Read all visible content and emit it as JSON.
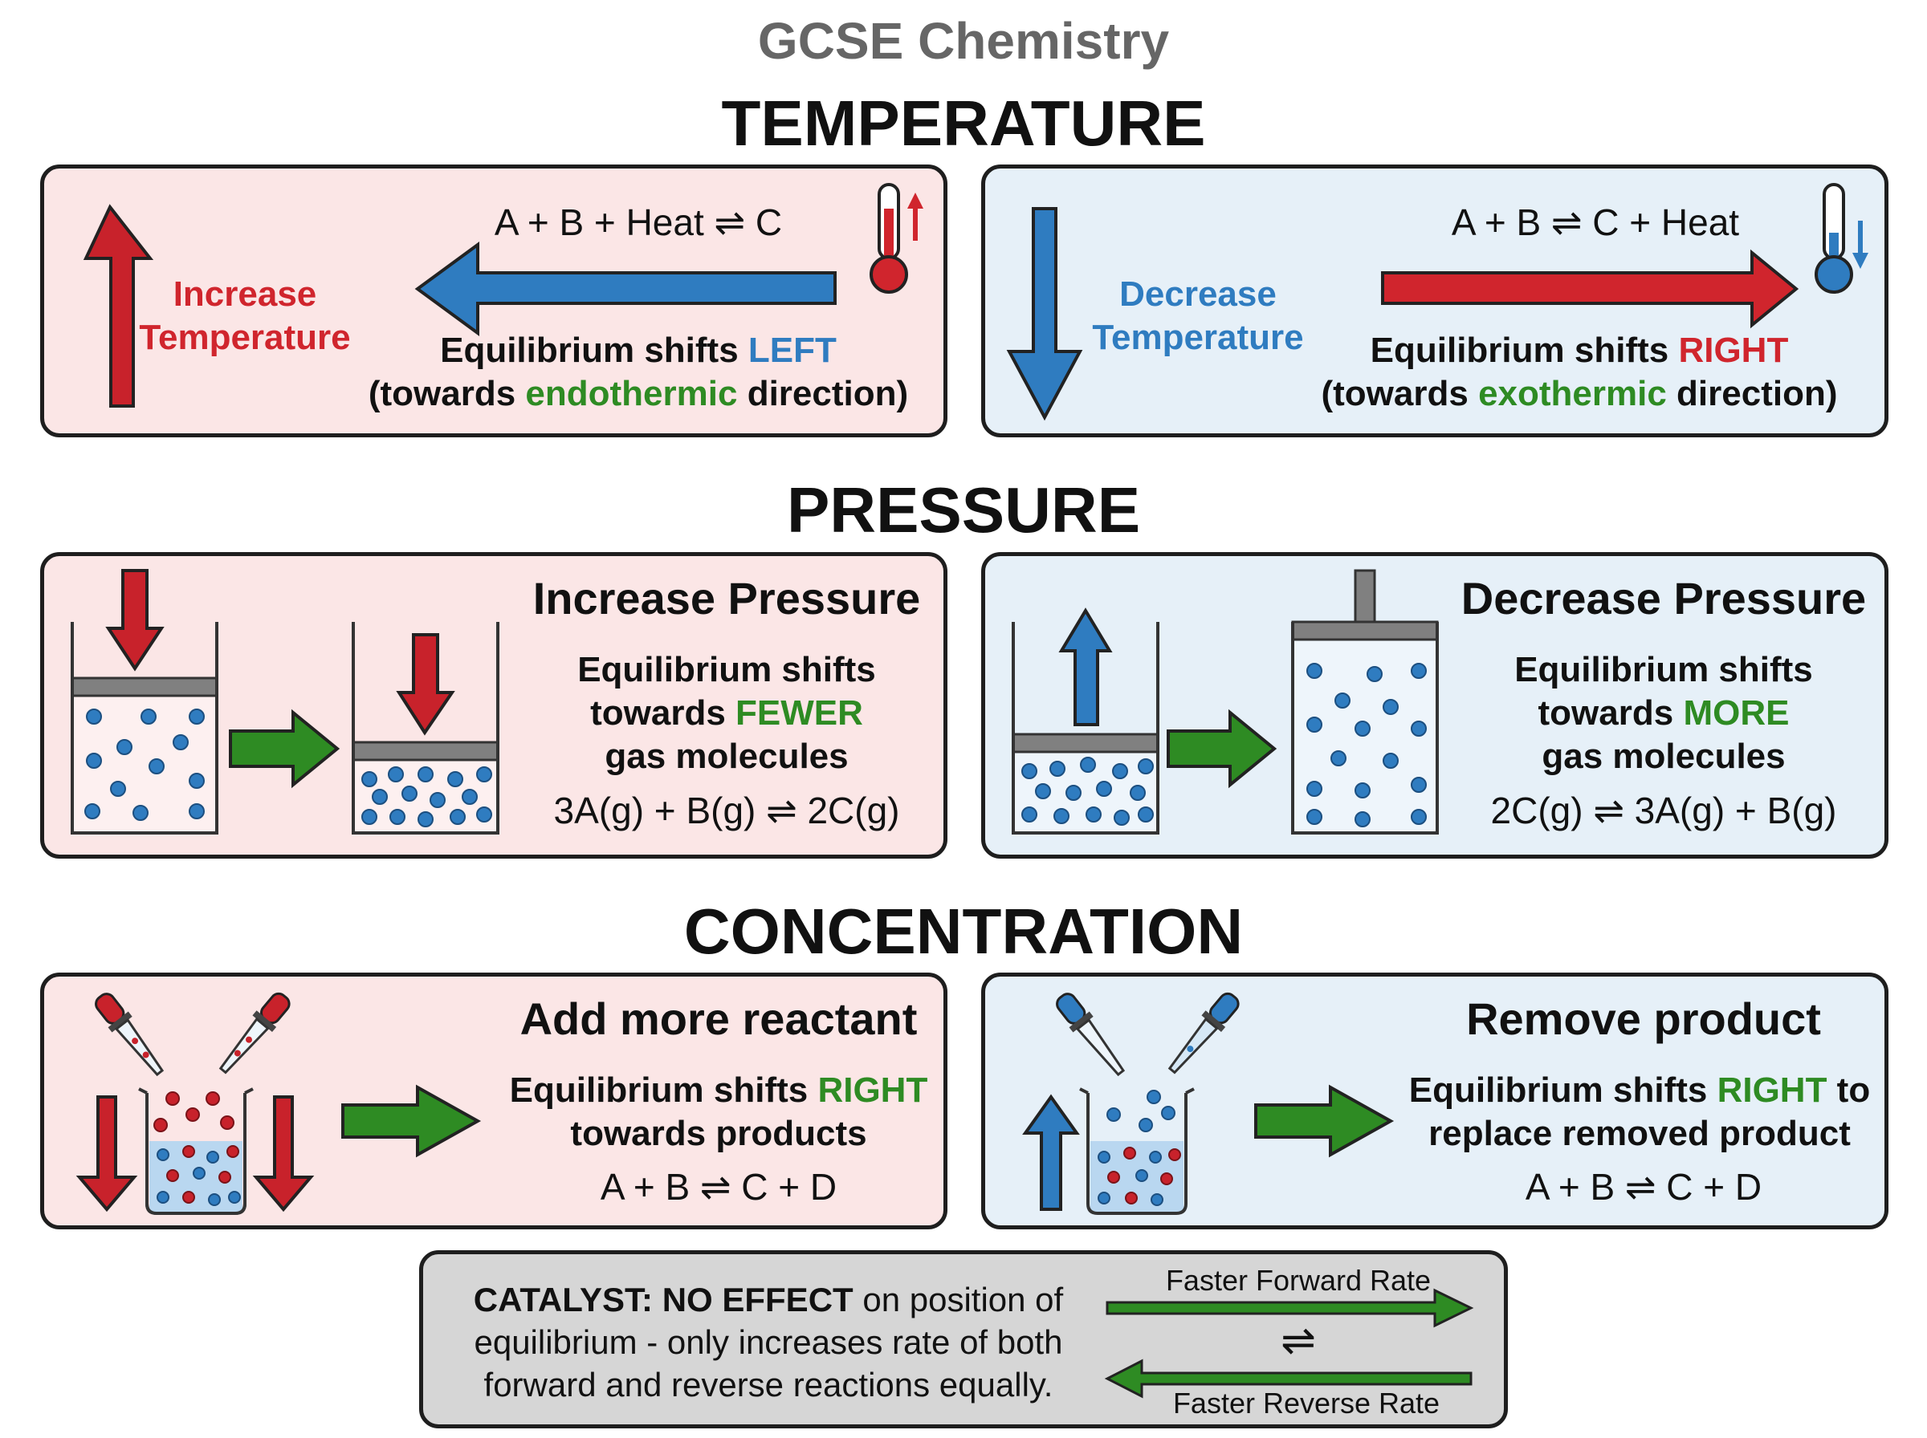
{
  "header": {
    "supertitle": "GCSE Chemistry"
  },
  "temperature": {
    "title": "TEMPERATURE",
    "increase": {
      "label_line1": "Increase",
      "label_line2": "Temperature",
      "equation": "A + B + Heat ⇌ C",
      "shift_prefix": "Equilibrium shifts ",
      "shift_dir": "LEFT",
      "detail_prefix": "(towards ",
      "detail_key": "endothermic",
      "detail_suffix": " direction)"
    },
    "decrease": {
      "label_line1": "Decrease",
      "label_line2": "Temperature",
      "equation": "A + B ⇌ C + Heat",
      "shift_prefix": "Equilibrium shifts ",
      "shift_dir": "RIGHT",
      "detail_prefix": "(towards ",
      "detail_key": "exothermic",
      "detail_suffix": " direction)"
    }
  },
  "pressure": {
    "title": "PRESSURE",
    "increase": {
      "heading": "Increase Pressure",
      "line1": "Equilibrium shifts",
      "line2_prefix": "towards ",
      "line2_key": "FEWER",
      "line3": "gas molecules",
      "equation": "3A(g) + B(g) ⇌ 2C(g)"
    },
    "decrease": {
      "heading": "Decrease Pressure",
      "line1": "Equilibrium shifts",
      "line2_prefix": "towards ",
      "line2_key": "MORE",
      "line3": "gas molecules",
      "equation": "2C(g) ⇌ 3A(g) + B(g)"
    }
  },
  "concentration": {
    "title": "CONCENTRATION",
    "add": {
      "heading": "Add more reactant",
      "line1_prefix": "Equilibrium shifts ",
      "line1_key": "RIGHT",
      "line2": "towards products",
      "equation": "A + B ⇌ C + D"
    },
    "remove": {
      "heading": "Remove product",
      "line1_prefix": "Equilibrium shifts ",
      "line1_key": "RIGHT",
      "line1_suffix": " to",
      "line2": "replace removed product",
      "equation": "A + B ⇌ C + D"
    }
  },
  "catalyst": {
    "lead": "CATALYST: NO EFFECT",
    "line1_rest": " on position of",
    "line2": "equilibrium - only increases rate of both",
    "line3": "forward and reverse reactions equally.",
    "forward_label": "Faster Forward Rate",
    "reverse_label": "Faster Reverse Rate",
    "symbol": "⇌"
  },
  "colors": {
    "red": "#d0252d",
    "blue": "#2f7cc0",
    "green": "#2e8b23",
    "pink_panel": "#fbe6e6",
    "blue_panel": "#e6f0f8",
    "grey_panel": "#d6d6d6"
  }
}
